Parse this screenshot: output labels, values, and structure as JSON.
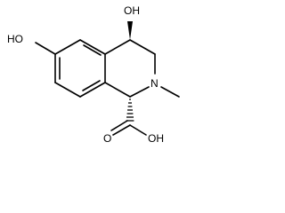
{
  "molecule": {
    "labels": {
      "oh_top": "OH",
      "oh_left": "HO",
      "nitrogen": "N",
      "cooh_oh": "OH",
      "carbonyl_o": "O"
    }
  }
}
